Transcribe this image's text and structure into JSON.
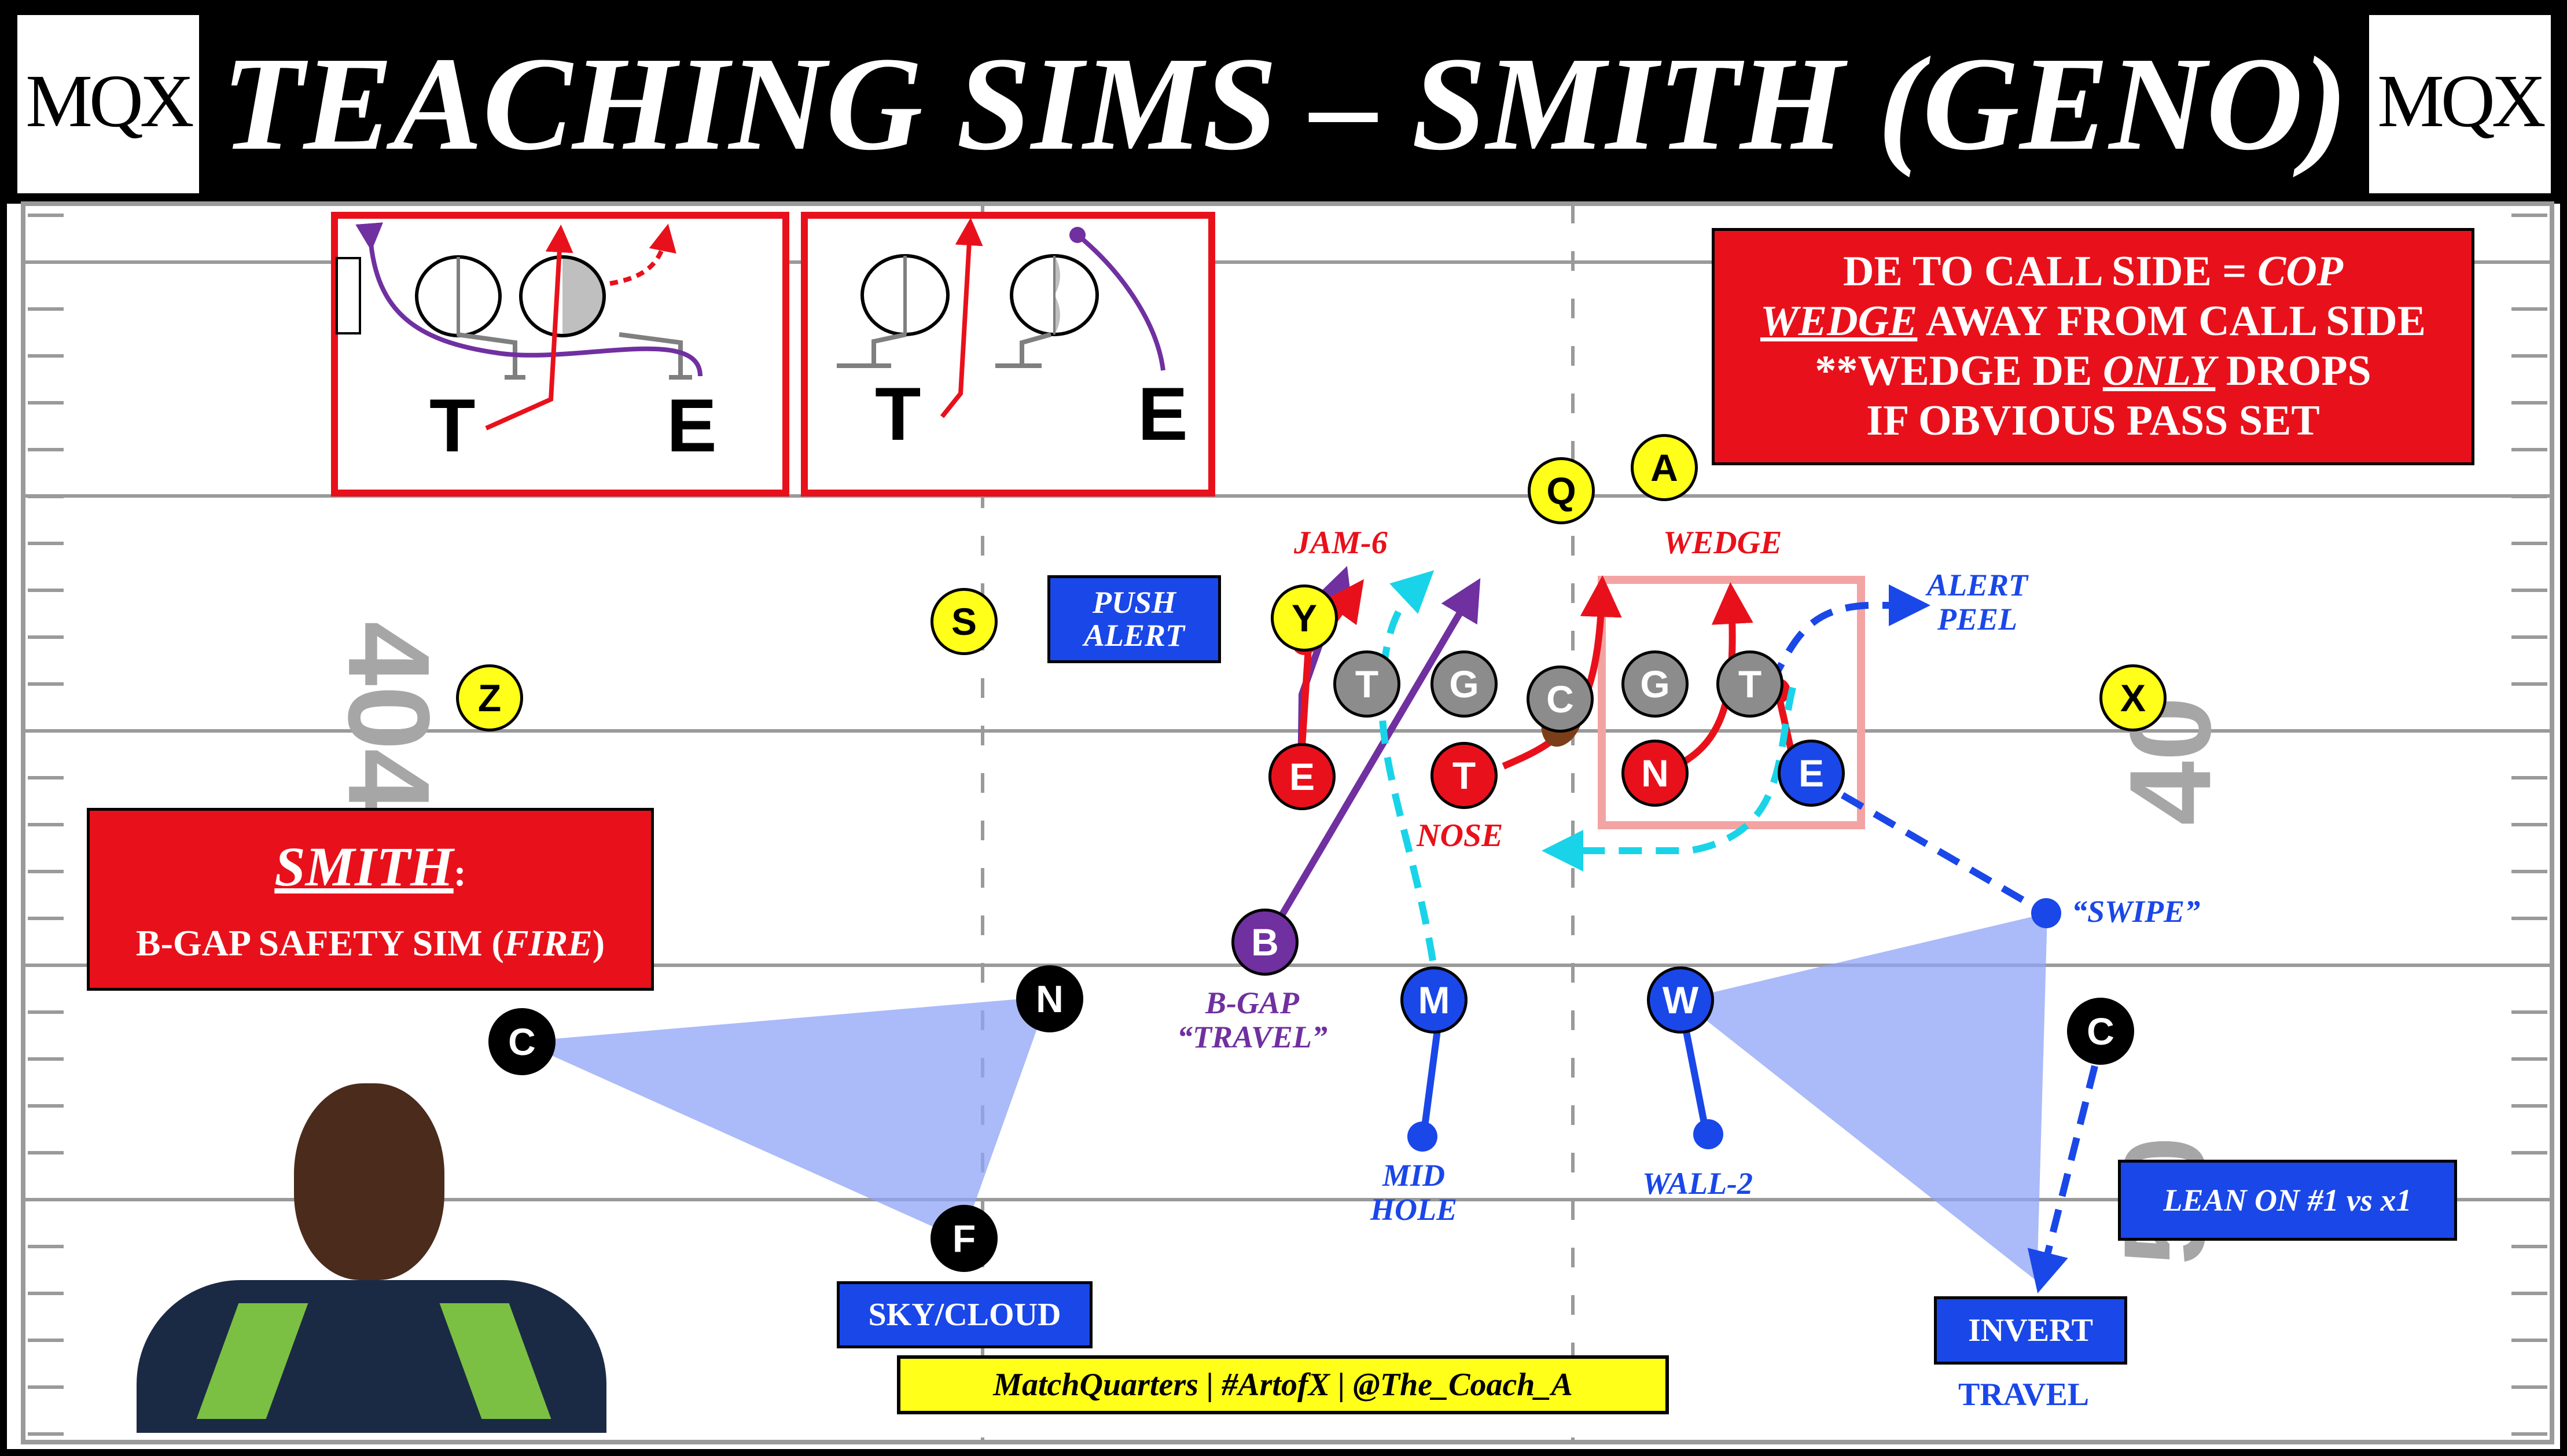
{
  "header": {
    "title": "TEACHING SIMS – SMITH (GENO)",
    "logo_text_left": "MQX",
    "logo_text_right": "MQX"
  },
  "field": {
    "yard_numbers": [
      "40",
      "40",
      "40",
      "50"
    ]
  },
  "rule_box": {
    "line1_a": "DE TO CALL SIDE = ",
    "line1_b": "COP",
    "line2_a": "WEDGE",
    "line2_b": " AWAY FROM CALL SIDE",
    "line3_a": "**WEDGE DE ",
    "line3_b": "ONLY",
    "line3_c": " DROPS",
    "line4": "IF OBVIOUS PASS SET"
  },
  "title_box": {
    "name": "SMITH",
    "colon": ":",
    "desc_a": "B-GAP SAFETY SIM (",
    "desc_b": "FIRE",
    "desc_c": ")"
  },
  "inset_diagrams": [
    {
      "labels": [
        "T",
        "E"
      ]
    },
    {
      "labels": [
        "T",
        "E"
      ]
    }
  ],
  "offense": {
    "receivers": [
      "Q",
      "A",
      "S",
      "Y",
      "Z",
      "X"
    ],
    "line": [
      "T",
      "G",
      "C",
      "G",
      "T"
    ]
  },
  "defense": {
    "front": [
      "E",
      "T",
      "N",
      "E"
    ],
    "linebackers": [
      "B",
      "M",
      "W"
    ],
    "secondary": [
      "N",
      "C",
      "F",
      "C"
    ]
  },
  "labels": {
    "jam6": "JAM-6",
    "wedge": "WEDGE",
    "nose": "NOSE",
    "push_alert": [
      "PUSH",
      "ALERT"
    ],
    "alert_peel": [
      "ALERT",
      "PEEL"
    ],
    "swipe": "“SWIPE”",
    "bgap_travel": [
      "B-GAP",
      "“TRAVEL”"
    ],
    "mid_hole": [
      "MID",
      "HOLE"
    ],
    "wall2": "WALL-2",
    "sky_cloud": "SKY/CLOUD",
    "lean_on": "LEAN ON #1 vs x1",
    "invert": "INVERT",
    "travel": "TRAVEL"
  },
  "footer_tag": "MatchQuarters | #ArtofX | @The_Coach_A",
  "colors": {
    "defense_red": "#e8111b",
    "defense_blue": "#1a47e8",
    "purple": "#7030a0",
    "cyan": "#19d4e8",
    "offense_yellow": "#ffff19",
    "zone_fill": "#8fa3f5"
  }
}
